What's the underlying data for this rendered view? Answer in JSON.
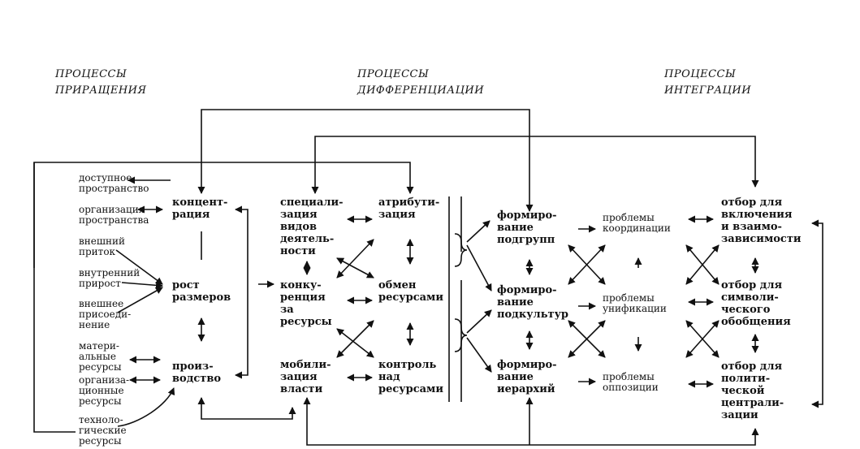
{
  "headers": {
    "increment": "ПРОЦЕССЫ\nПРИРАЩЕНИЯ",
    "differentiation": "ПРОЦЕССЫ\nДИФФЕРЕНЦИАЦИИ",
    "integration": "ПРОЦЕССЫ\nИНТЕГРАЦИИ"
  },
  "inputs": {
    "space": "доступное\nпространство",
    "org_space": "организация\nпространства",
    "ext_inflow": "внешний\nприток",
    "int_growth": "внутренний\nприрост",
    "ext_accession": "внешнее\nприсоеди-\nнение",
    "material": "матери-\nальные\nресурсы",
    "organizational": "организа-\nционные\nресурсы",
    "technological": "техноло-\nгические\nресурсы"
  },
  "growth": {
    "concentration": "концент-\nрация",
    "size_growth": "рост\nразмеров",
    "production": "произ-\nводство"
  },
  "differentiation": {
    "specialization": "специали-\nзация\nвидов\nдеятель-\nности",
    "attribution": "атрибути-\nзация",
    "competition": "конку-\nренция\nза\nресурсы",
    "exchange": "обмен\nресурсами",
    "mobilization": "мобили-\nзация\nвласти",
    "control": "контроль\nнад\nресурсами"
  },
  "formation": {
    "subgroups": "формиро-\nвание\nподгрупп",
    "subcultures": "формиро-\nвание\nподкультур",
    "hierarchies": "формиро-\nвание\nиерархий"
  },
  "problems": {
    "coordination": "проблемы\nкоординации",
    "unification": "проблемы\nунификации",
    "opposition": "проблемы\nоппозиции"
  },
  "selection": {
    "inclusion": "отбор для\nвключения\nи взаимо-\nзависимости",
    "symbolic": "отбор для\nсимволи-\nческого\nобобщения",
    "political": "отбор для\nполити-\nческой\nцентрали-\nзации"
  }
}
